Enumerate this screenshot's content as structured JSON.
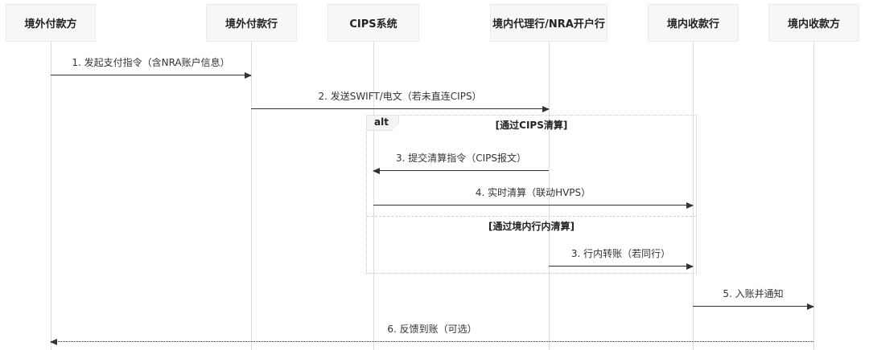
{
  "diagram": {
    "type": "sequence-diagram",
    "topic": "cross-border NRA payment clearing flow",
    "actors": [
      {
        "label": "境外付款方"
      },
      {
        "label": "境外付款行"
      },
      {
        "label": "CIPS系统"
      },
      {
        "label": "境内代理行/NRA开户行"
      },
      {
        "label": "境内收款行"
      },
      {
        "label": "境内收款方"
      }
    ],
    "messages": [
      {
        "label": "1. 发起支付指令（含NRA账户信息）",
        "from": "境外付款方",
        "to": "境外付款行",
        "line": "solid",
        "direction": "right"
      },
      {
        "label": "2. 发送SWIFT/电文（若未直连CIPS）",
        "from": "境外付款行",
        "to": "境内代理行/NRA开户行",
        "line": "solid",
        "direction": "right"
      },
      {
        "label": "3. 提交清算指令（CIPS报文）",
        "from": "境内代理行/NRA开户行",
        "to": "CIPS系统",
        "line": "solid",
        "direction": "left"
      },
      {
        "label": "4. 实时清算（联动HVPS）",
        "from": "CIPS系统",
        "to": "境内收款行",
        "line": "solid",
        "direction": "right"
      },
      {
        "label": "3. 行内转账（若同行）",
        "from": "境内代理行/NRA开户行",
        "to": "境内收款行",
        "line": "solid",
        "direction": "right"
      },
      {
        "label": "5. 入账并通知",
        "from": "境内收款行",
        "to": "境内收款方",
        "line": "solid",
        "direction": "right"
      },
      {
        "label": "6. 反馈到账（可选）",
        "from": "境内收款方",
        "to": "境外付款方",
        "line": "dotted",
        "direction": "left"
      }
    ],
    "alt_frame": {
      "label": "alt",
      "sections": [
        {
          "condition": "[通过CIPS清算]"
        },
        {
          "condition": "[通过境内行内清算]"
        }
      ]
    },
    "colors": {
      "background": "#ffffff",
      "actor_fill": "#f7f7f7",
      "actor_border": "#eaeaea",
      "lifeline": "#dcdcdc",
      "arrow": "#333333",
      "frame_border": "#c8c8c8",
      "text": "#333333"
    }
  }
}
